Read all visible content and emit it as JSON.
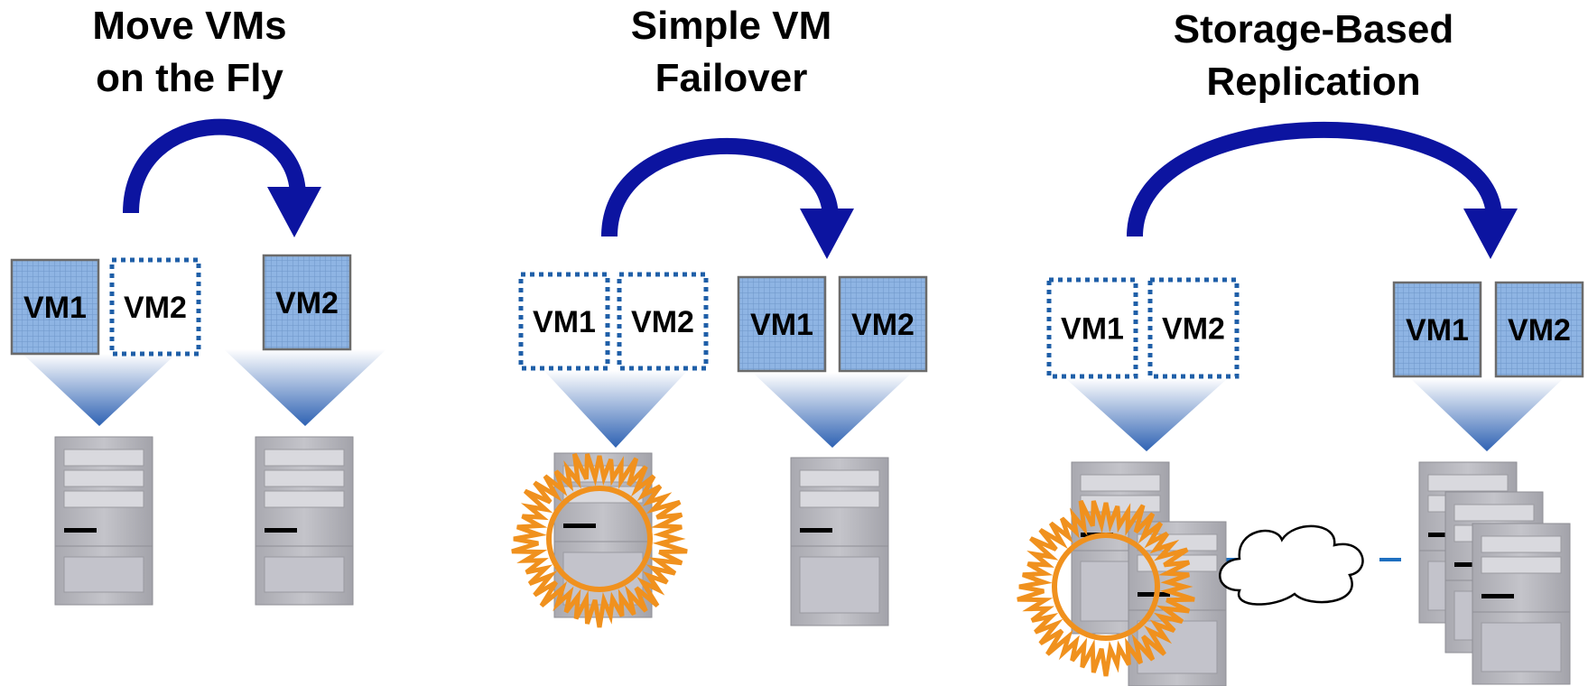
{
  "colors": {
    "arrow": "#0c14a0",
    "vm_fill": "#8eb4e3",
    "vm_border": "#6b6b6b",
    "vm_dotted": "#1f5fa8",
    "server": "#b9b9bf",
    "failure": "#f0911e",
    "network_link": "#1e6fc0"
  },
  "panels": [
    {
      "title_line1": "Move VMs",
      "title_line2": "on the Fly",
      "source_vms": [
        {
          "label": "VM1",
          "state": "solid"
        },
        {
          "label": "VM2",
          "state": "dotted"
        }
      ],
      "target_vms": [
        {
          "label": "VM2",
          "state": "solid"
        }
      ]
    },
    {
      "title_line1": "Simple VM",
      "title_line2": "Failover",
      "source_vms": [
        {
          "label": "VM1",
          "state": "dotted"
        },
        {
          "label": "VM2",
          "state": "dotted"
        }
      ],
      "target_vms": [
        {
          "label": "VM1",
          "state": "solid"
        },
        {
          "label": "VM2",
          "state": "solid"
        }
      ]
    },
    {
      "title_line1": "Storage-Based",
      "title_line2": "Replication",
      "source_vms": [
        {
          "label": "VM1",
          "state": "dotted"
        },
        {
          "label": "VM2",
          "state": "dotted"
        }
      ],
      "target_vms": [
        {
          "label": "VM1",
          "state": "solid"
        },
        {
          "label": "VM2",
          "state": "solid"
        }
      ]
    }
  ]
}
